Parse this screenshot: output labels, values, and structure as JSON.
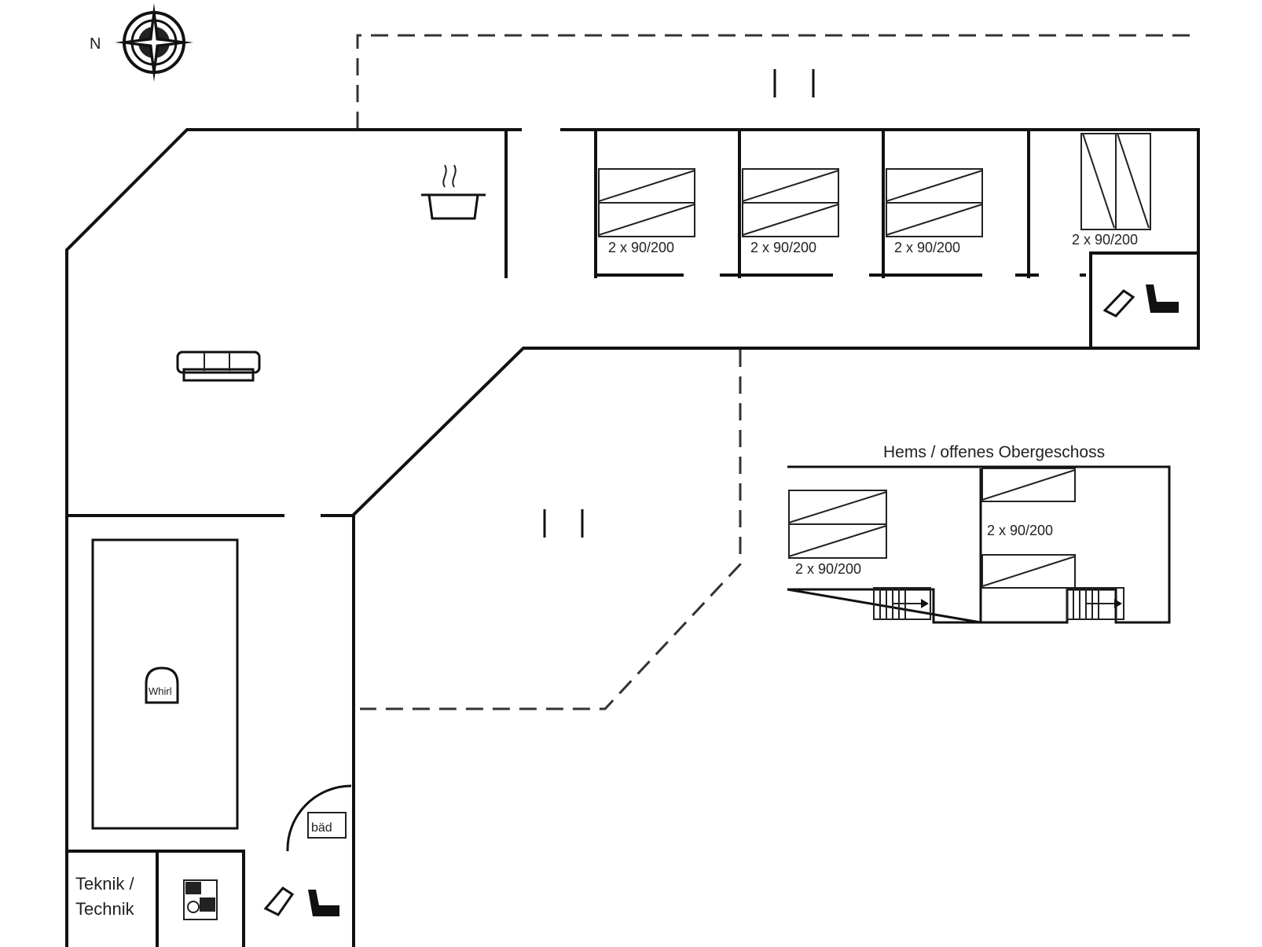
{
  "compass": {
    "north_label": "N",
    "icon": "compass-rose-icon"
  },
  "labels": {
    "bed_main_1": "2 x 90/200",
    "bed_main_2": "2 x 90/200",
    "bed_main_3": "2 x 90/200",
    "bed_main_4": "2 x 90/200",
    "upper_floor_title": "Hems / offenes Obergeschoss",
    "upper_bed_left": "2 x 90/200",
    "upper_bed_right": "2 x 90/200",
    "technik_line1": "Teknik /",
    "technik_line2": "Technik",
    "spa_label": "Whirl",
    "sauna_label": "bäd"
  },
  "icons": [
    "compass-rose-icon",
    "cooking-pot-icon",
    "sofa-icon",
    "spa-pool-icon",
    "sauna-icon",
    "washing-machine-icon",
    "toilet-icon",
    "stairs-icon"
  ]
}
